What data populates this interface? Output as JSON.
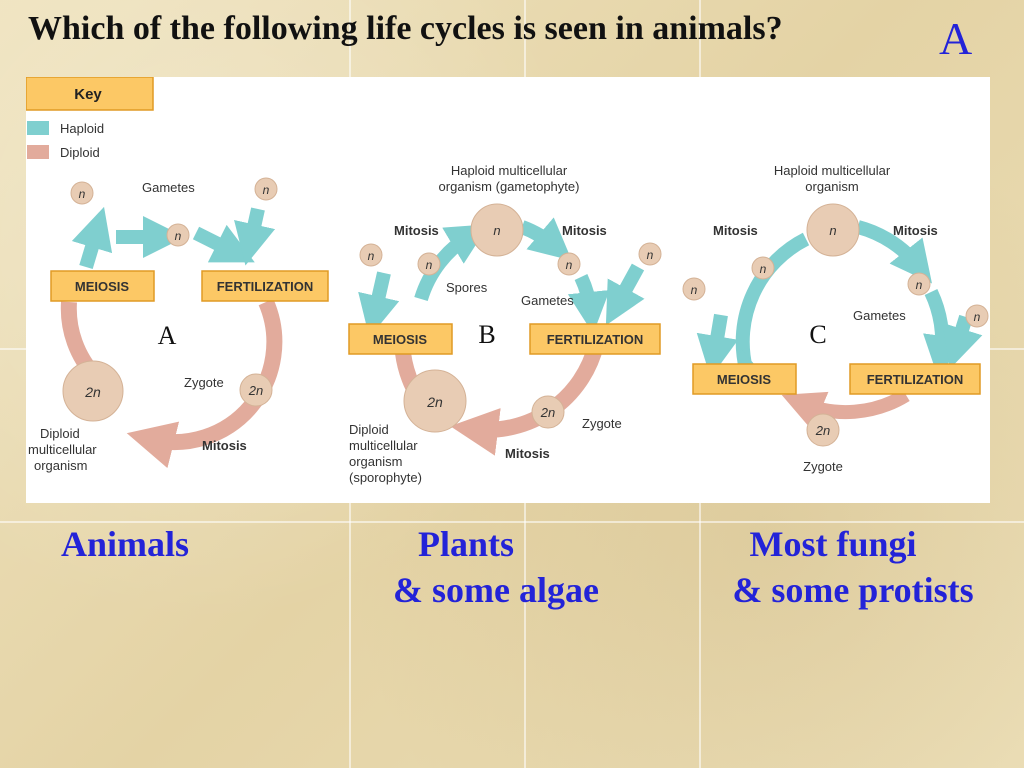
{
  "slide": {
    "question": "Which of the following life cycles is seen in animals?",
    "answer": "A"
  },
  "diagram": {
    "key": {
      "title": "Key",
      "haploid_label": "Haploid",
      "diploid_label": "Diploid",
      "haploid_color": "#7fcfcf",
      "diploid_color": "#e2ab9c"
    },
    "colors": {
      "box_fill": "#fcc865",
      "box_stroke": "#e09a25",
      "circle_fill": "#e8ccb4",
      "circle_stroke": "#d4b296"
    },
    "cycle_a": {
      "letter": "A",
      "meiosis": "MEIOSIS",
      "fertilization": "FERTILIZATION",
      "gametes": "Gametes",
      "zygote": "Zygote",
      "mitosis": "Mitosis",
      "haploid": "n",
      "diploid": "2n",
      "organism_line1": "Diploid",
      "organism_line2": "multicellular",
      "organism_line3": "organism"
    },
    "cycle_b": {
      "letter": "B",
      "top_line1": "Haploid multicellular",
      "top_line2": "organism (gametophyte)",
      "mitosis_left": "Mitosis",
      "mitosis_right": "Mitosis",
      "spores": "Spores",
      "gametes": "Gametes",
      "meiosis": "MEIOSIS",
      "fertilization": "FERTILIZATION",
      "zygote": "Zygote",
      "mitosis_bottom": "Mitosis",
      "haploid": "n",
      "diploid": "2n",
      "organism_line1": "Diploid",
      "organism_line2": "multicellular",
      "organism_line3": "organism",
      "organism_line4": "(sporophyte)"
    },
    "cycle_c": {
      "letter": "C",
      "top_line1": "Haploid multicellular",
      "top_line2": "organism",
      "mitosis_left": "Mitosis",
      "mitosis_right": "Mitosis",
      "gametes": "Gametes",
      "meiosis": "MEIOSIS",
      "fertilization": "FERTILIZATION",
      "zygote": "Zygote",
      "haploid": "n",
      "diploid": "2n"
    }
  },
  "captions": {
    "a": "Animals",
    "b_line1": "Plants",
    "b_line2": "& some algae",
    "c_line1": "Most fungi",
    "c_line2": "& some protists"
  }
}
